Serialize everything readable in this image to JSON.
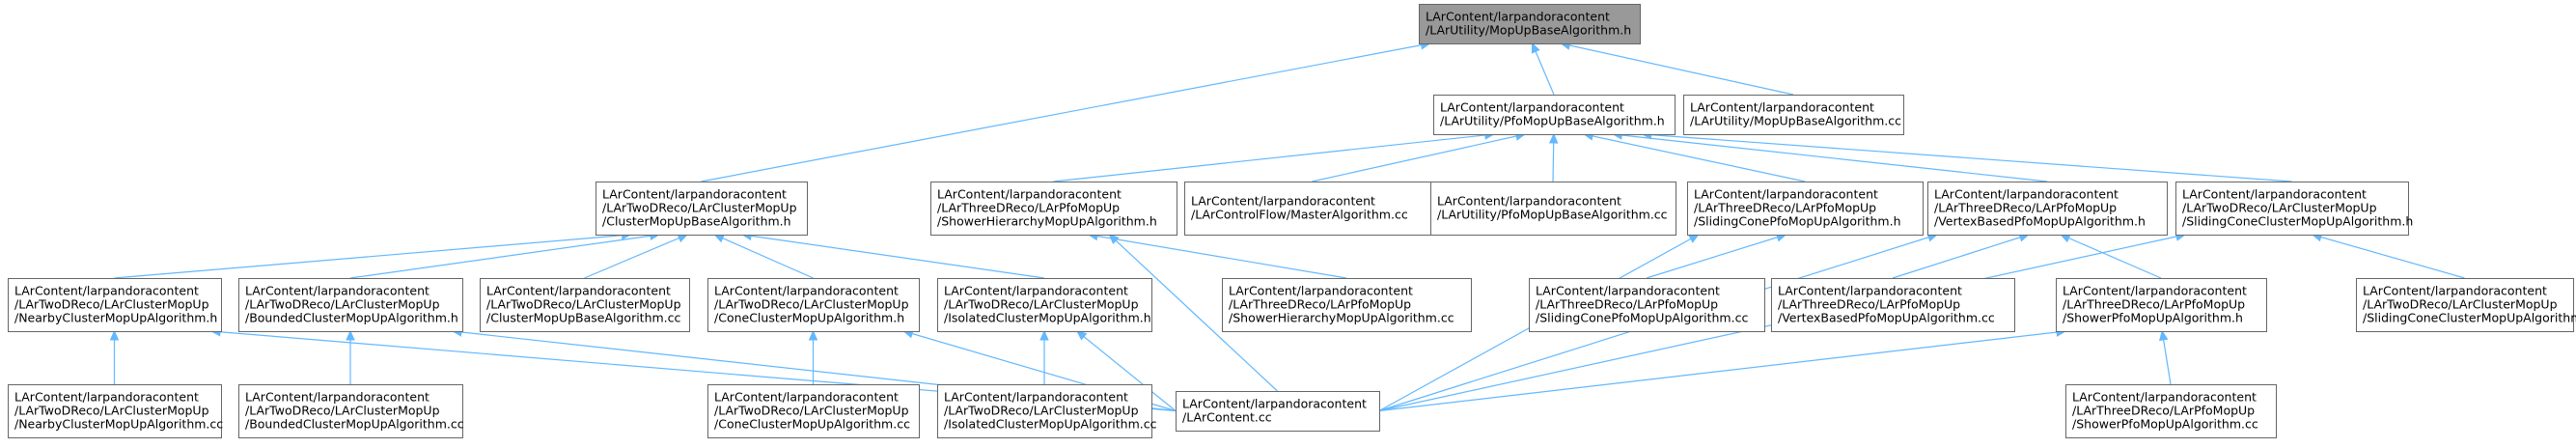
{
  "colors": {
    "edge": "#63b8ff",
    "node_border": "#666666",
    "node_fill": "#ffffff",
    "root_fill": "#999999"
  },
  "nodes": [
    {
      "id": "root",
      "root": true,
      "lines": [
        "LArContent/larpandoracontent",
        "/LArUtility/MopUpBaseAlgorithm.h"
      ]
    },
    {
      "id": "pfomopbase_h",
      "lines": [
        "LArContent/larpandoracontent",
        "/LArUtility/PfoMopUpBaseAlgorithm.h"
      ]
    },
    {
      "id": "mopbase_cc",
      "lines": [
        "LArContent/larpandoracontent",
        "/LArUtility/MopUpBaseAlgorithm.cc"
      ]
    },
    {
      "id": "clustermopbase_h",
      "lines": [
        "LArContent/larpandoracontent",
        "/LArTwoDReco/LArClusterMopUp",
        "/ClusterMopUpBaseAlgorithm.h"
      ]
    },
    {
      "id": "showerhier_h",
      "lines": [
        "LArContent/larpandoracontent",
        "/LArThreeDReco/LArPfoMopUp",
        "/ShowerHierarchyMopUpAlgorithm.h"
      ]
    },
    {
      "id": "master_cc",
      "lines": [
        "LArContent/larpandoracontent",
        "/LArControlFlow/MasterAlgorithm.cc"
      ]
    },
    {
      "id": "pfomopbase_cc",
      "lines": [
        "LArContent/larpandoracontent",
        "/LArUtility/PfoMopUpBaseAlgorithm.cc"
      ]
    },
    {
      "id": "slidingconepfo_h",
      "lines": [
        "LArContent/larpandoracontent",
        "/LArThreeDReco/LArPfoMopUp",
        "/SlidingConePfoMopUpAlgorithm.h"
      ]
    },
    {
      "id": "vertexpfo_h",
      "lines": [
        "LArContent/larpandoracontent",
        "/LArThreeDReco/LArPfoMopUp",
        "/VertexBasedPfoMopUpAlgorithm.h"
      ]
    },
    {
      "id": "slidingconecl_h",
      "lines": [
        "LArContent/larpandoracontent",
        "/LArTwoDReco/LArClusterMopUp",
        "/SlidingConeClusterMopUpAlgorithm.h"
      ]
    },
    {
      "id": "nearby_h",
      "lines": [
        "LArContent/larpandoracontent",
        "/LArTwoDReco/LArClusterMopUp",
        "/NearbyClusterMopUpAlgorithm.h"
      ]
    },
    {
      "id": "bounded_h",
      "lines": [
        "LArContent/larpandoracontent",
        "/LArTwoDReco/LArClusterMopUp",
        "/BoundedClusterMopUpAlgorithm.h"
      ]
    },
    {
      "id": "clustermopbase_cc",
      "lines": [
        "LArContent/larpandoracontent",
        "/LArTwoDReco/LArClusterMopUp",
        "/ClusterMopUpBaseAlgorithm.cc"
      ]
    },
    {
      "id": "cone_h",
      "lines": [
        "LArContent/larpandoracontent",
        "/LArTwoDReco/LArClusterMopUp",
        "/ConeClusterMopUpAlgorithm.h"
      ]
    },
    {
      "id": "isolated_h",
      "lines": [
        "LArContent/larpandoracontent",
        "/LArTwoDReco/LArClusterMopUp",
        "/IsolatedClusterMopUpAlgorithm.h"
      ]
    },
    {
      "id": "showerhier_cc",
      "lines": [
        "LArContent/larpandoracontent",
        "/LArThreeDReco/LArPfoMopUp",
        "/ShowerHierarchyMopUpAlgorithm.cc"
      ]
    },
    {
      "id": "slidingconepfo_cc",
      "lines": [
        "LArContent/larpandoracontent",
        "/LArThreeDReco/LArPfoMopUp",
        "/SlidingConePfoMopUpAlgorithm.cc"
      ]
    },
    {
      "id": "vertexpfo_cc",
      "lines": [
        "LArContent/larpandoracontent",
        "/LArThreeDReco/LArPfoMopUp",
        "/VertexBasedPfoMopUpAlgorithm.cc"
      ]
    },
    {
      "id": "showerpfo_h",
      "lines": [
        "LArContent/larpandoracontent",
        "/LArThreeDReco/LArPfoMopUp",
        "/ShowerPfoMopUpAlgorithm.h"
      ]
    },
    {
      "id": "slidingconecl_cc",
      "lines": [
        "LArContent/larpandoracontent",
        "/LArTwoDReco/LArClusterMopUp",
        "/SlidingConeClusterMopUpAlgorithm.cc"
      ]
    },
    {
      "id": "nearby_cc",
      "lines": [
        "LArContent/larpandoracontent",
        "/LArTwoDReco/LArClusterMopUp",
        "/NearbyClusterMopUpAlgorithm.cc"
      ]
    },
    {
      "id": "bounded_cc",
      "lines": [
        "LArContent/larpandoracontent",
        "/LArTwoDReco/LArClusterMopUp",
        "/BoundedClusterMopUpAlgorithm.cc"
      ]
    },
    {
      "id": "cone_cc",
      "lines": [
        "LArContent/larpandoracontent",
        "/LArTwoDReco/LArClusterMopUp",
        "/ConeClusterMopUpAlgorithm.cc"
      ]
    },
    {
      "id": "isolated_cc",
      "lines": [
        "LArContent/larpandoracontent",
        "/LArTwoDReco/LArClusterMopUp",
        "/IsolatedClusterMopUpAlgorithm.cc"
      ]
    },
    {
      "id": "larcontent_cc",
      "lines": [
        "LArContent/larpandoracontent",
        "/LArContent.cc"
      ]
    },
    {
      "id": "showerpfo_cc",
      "lines": [
        "LArContent/larpandoracontent",
        "/LArThreeDReco/LArPfoMopUp",
        "/ShowerPfoMopUpAlgorithm.cc"
      ]
    }
  ],
  "edges": [
    [
      "root",
      "pfomopbase_h"
    ],
    [
      "root",
      "mopbase_cc"
    ],
    [
      "root",
      "clustermopbase_h"
    ],
    [
      "pfomopbase_h",
      "showerhier_h"
    ],
    [
      "pfomopbase_h",
      "master_cc"
    ],
    [
      "pfomopbase_h",
      "pfomopbase_cc"
    ],
    [
      "pfomopbase_h",
      "slidingconepfo_h"
    ],
    [
      "pfomopbase_h",
      "vertexpfo_h"
    ],
    [
      "pfomopbase_h",
      "slidingconecl_h"
    ],
    [
      "clustermopbase_h",
      "nearby_h"
    ],
    [
      "clustermopbase_h",
      "bounded_h"
    ],
    [
      "clustermopbase_h",
      "clustermopbase_cc"
    ],
    [
      "clustermopbase_h",
      "cone_h"
    ],
    [
      "clustermopbase_h",
      "isolated_h"
    ],
    [
      "showerhier_h",
      "showerhier_cc"
    ],
    [
      "showerhier_h",
      "larcontent_cc"
    ],
    [
      "slidingconepfo_h",
      "slidingconepfo_cc"
    ],
    [
      "slidingconepfo_h",
      "larcontent_cc"
    ],
    [
      "vertexpfo_h",
      "vertexpfo_cc"
    ],
    [
      "vertexpfo_h",
      "showerpfo_h"
    ],
    [
      "vertexpfo_h",
      "larcontent_cc"
    ],
    [
      "slidingconecl_h",
      "slidingconecl_cc"
    ],
    [
      "slidingconecl_h",
      "larcontent_cc"
    ],
    [
      "nearby_h",
      "nearby_cc"
    ],
    [
      "nearby_h",
      "larcontent_cc"
    ],
    [
      "bounded_h",
      "bounded_cc"
    ],
    [
      "bounded_h",
      "larcontent_cc"
    ],
    [
      "cone_h",
      "cone_cc"
    ],
    [
      "cone_h",
      "larcontent_cc"
    ],
    [
      "isolated_h",
      "isolated_cc"
    ],
    [
      "isolated_h",
      "larcontent_cc"
    ],
    [
      "showerpfo_h",
      "showerpfo_cc"
    ],
    [
      "showerpfo_h",
      "larcontent_cc"
    ]
  ]
}
